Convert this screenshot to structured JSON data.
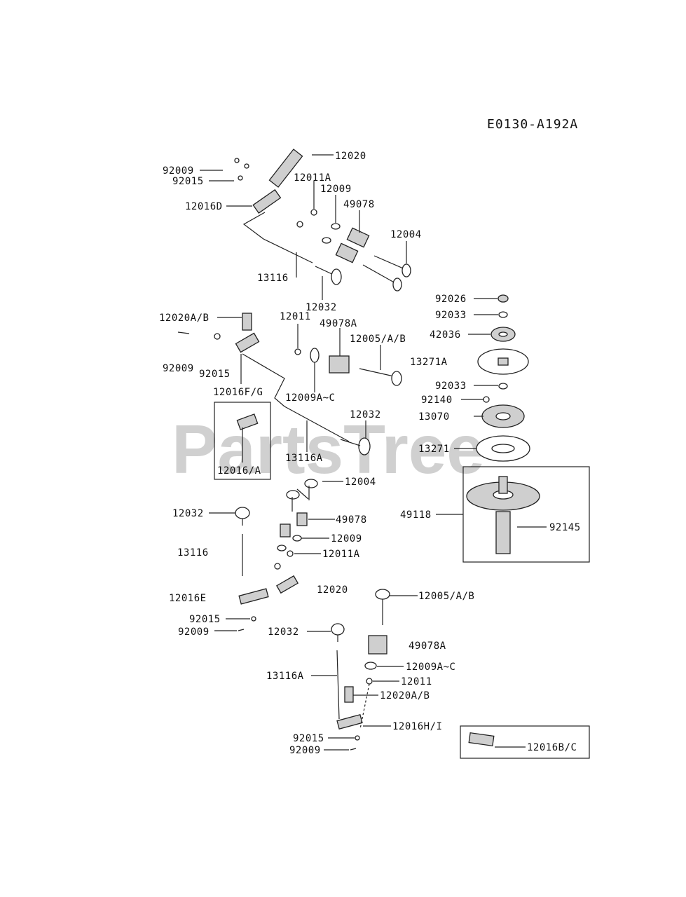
{
  "diagram": {
    "code": "E0130-A192A",
    "watermark": "PartsTree",
    "labels": {
      "l12020_a": "12020",
      "l92009_a": "92009",
      "l92015_a": "92015",
      "l12011A_a": "12011A",
      "l12009_a": "12009",
      "l49078_a": "49078",
      "l12016D": "12016D",
      "l12004_a": "12004",
      "l13116_a": "13116",
      "l12032_a": "12032",
      "l92026": "92026",
      "l92033_a": "92033",
      "l12020AB_a": "12020A/B",
      "l12011_a": "12011",
      "l49078A_a": "49078A",
      "l42036": "42036",
      "l12005AB_a": "12005/A/B",
      "l13271A": "13271A",
      "l92009_b": "92009",
      "l92015_b": "92015",
      "l12016FG": "12016F/G",
      "l12009AC_a": "12009A~C",
      "l92033_b": "92033",
      "l92140": "92140",
      "l12032_b": "12032",
      "l13070": "13070",
      "l13271": "13271",
      "l13116A_a": "13116A",
      "l12016A": "12016/A",
      "l12004_b": "12004",
      "l49118": "49118",
      "l12032_c": "12032",
      "l49078_b": "49078",
      "l92145": "92145",
      "l12009_b": "12009",
      "l13116_b": "13116",
      "l12011A_b": "12011A",
      "l12020_b": "12020",
      "l12016E": "12016E",
      "l12005AB_b": "12005/A/B",
      "l92015_c": "92015",
      "l92009_c": "92009",
      "l12032_d": "12032",
      "l49078A_b": "49078A",
      "l12009AC_b": "12009A~C",
      "l13116A_b": "13116A",
      "l12011_b": "12011",
      "l12020AB_b": "12020A/B",
      "l12016HI": "12016H/I",
      "l92015_d": "92015",
      "l92009_d": "92009",
      "l12016BC": "12016B/C"
    }
  }
}
